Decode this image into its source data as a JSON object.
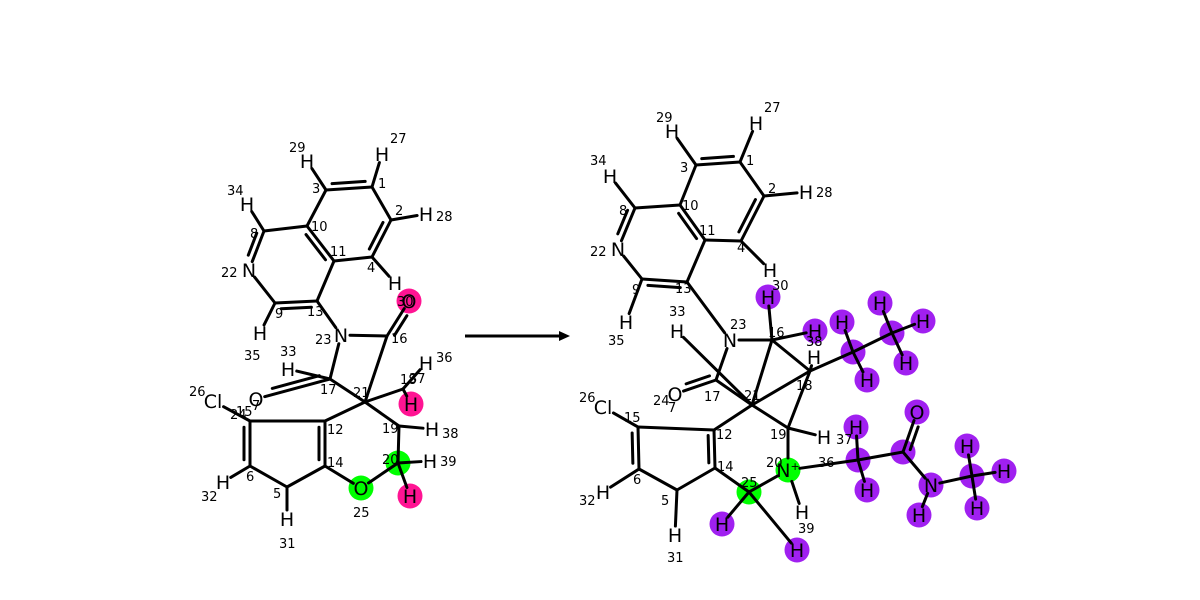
{
  "colors": {
    "magenta": "#ff1493",
    "green": "#00ff00",
    "purple": "#a020f0",
    "bond": "#000000"
  },
  "reactant": {
    "atoms": [
      {
        "id": "r1",
        "sym": "",
        "num": "1",
        "hl": ""
      },
      {
        "id": "r2",
        "sym": "",
        "num": "2",
        "hl": ""
      },
      {
        "id": "r3",
        "sym": "",
        "num": "3",
        "hl": ""
      },
      {
        "id": "r4",
        "sym": "",
        "num": "4",
        "hl": ""
      },
      {
        "id": "r5",
        "sym": "",
        "num": "5",
        "hl": ""
      },
      {
        "id": "r6",
        "sym": "",
        "num": "6",
        "hl": ""
      },
      {
        "id": "r8",
        "sym": "",
        "num": "8",
        "hl": ""
      },
      {
        "id": "r9",
        "sym": "",
        "num": "9",
        "hl": ""
      },
      {
        "id": "r10",
        "sym": "",
        "num": "10",
        "hl": ""
      },
      {
        "id": "r11",
        "sym": "",
        "num": "11",
        "hl": ""
      },
      {
        "id": "r12",
        "sym": "",
        "num": "12",
        "hl": ""
      },
      {
        "id": "r13",
        "sym": "",
        "num": "13",
        "hl": ""
      },
      {
        "id": "r14",
        "sym": "",
        "num": "14",
        "hl": ""
      },
      {
        "id": "r15",
        "sym": "",
        "num": "15",
        "hl": ""
      },
      {
        "id": "r16",
        "sym": "",
        "num": "16",
        "hl": ""
      },
      {
        "id": "r17",
        "sym": "",
        "num": "17",
        "hl": ""
      },
      {
        "id": "r18",
        "sym": "",
        "num": "18",
        "hl": ""
      },
      {
        "id": "r19",
        "sym": "",
        "num": "19",
        "hl": ""
      },
      {
        "id": "r20",
        "sym": "",
        "num": "20",
        "hl": "green"
      },
      {
        "id": "r21",
        "sym": "",
        "num": "21",
        "hl": ""
      },
      {
        "id": "r22",
        "sym": "N",
        "num": "22",
        "hl": ""
      },
      {
        "id": "r23",
        "sym": "N",
        "num": "23",
        "hl": ""
      },
      {
        "id": "r24",
        "sym": "",
        "num": "24",
        "hl": ""
      },
      {
        "id": "r25",
        "sym": "O",
        "num": "25",
        "hl": "green"
      },
      {
        "id": "r26",
        "sym": "Cl",
        "num": "26",
        "hl": ""
      },
      {
        "id": "r7",
        "sym": "O",
        "num": "7",
        "hl": ""
      },
      {
        "id": "r30",
        "sym": "O",
        "num": "30",
        "hl": "magenta"
      },
      {
        "id": "r27",
        "sym": "H",
        "num": "27",
        "hl": ""
      },
      {
        "id": "r28",
        "sym": "H",
        "num": "28",
        "hl": ""
      },
      {
        "id": "r29",
        "sym": "H",
        "num": "29",
        "hl": ""
      },
      {
        "id": "r4h",
        "sym": "H",
        "num": "",
        "hl": ""
      },
      {
        "id": "r31",
        "sym": "H",
        "num": "31",
        "hl": ""
      },
      {
        "id": "r32",
        "sym": "H",
        "num": "32",
        "hl": ""
      },
      {
        "id": "r33",
        "sym": "H",
        "num": "33",
        "hl": ""
      },
      {
        "id": "r34",
        "sym": "H",
        "num": "34",
        "hl": ""
      },
      {
        "id": "r35",
        "sym": "H",
        "num": "35",
        "hl": ""
      },
      {
        "id": "r36",
        "sym": "H",
        "num": "36",
        "hl": ""
      },
      {
        "id": "r37",
        "sym": "H",
        "num": "37",
        "hl": "magenta"
      },
      {
        "id": "r38",
        "sym": "H",
        "num": "38",
        "hl": ""
      },
      {
        "id": "r39",
        "sym": "H",
        "num": "39",
        "hl": ""
      },
      {
        "id": "r40",
        "sym": "H",
        "num": "",
        "hl": "magenta"
      }
    ]
  },
  "product": {
    "atoms": [
      {
        "id": "p1",
        "sym": "",
        "num": "1",
        "hl": ""
      },
      {
        "id": "p2",
        "sym": "",
        "num": "2",
        "hl": ""
      },
      {
        "id": "p3",
        "sym": "",
        "num": "3",
        "hl": ""
      },
      {
        "id": "p4",
        "sym": "",
        "num": "4",
        "hl": ""
      },
      {
        "id": "p5",
        "sym": "",
        "num": "5",
        "hl": ""
      },
      {
        "id": "p6",
        "sym": "",
        "num": "6",
        "hl": ""
      },
      {
        "id": "p8",
        "sym": "",
        "num": "8",
        "hl": ""
      },
      {
        "id": "p9",
        "sym": "",
        "num": "9",
        "hl": ""
      },
      {
        "id": "p10",
        "sym": "",
        "num": "10",
        "hl": ""
      },
      {
        "id": "p11",
        "sym": "",
        "num": "11",
        "hl": ""
      },
      {
        "id": "p12",
        "sym": "",
        "num": "12",
        "hl": ""
      },
      {
        "id": "p13",
        "sym": "",
        "num": "13",
        "hl": ""
      },
      {
        "id": "p14",
        "sym": "",
        "num": "14",
        "hl": ""
      },
      {
        "id": "p15",
        "sym": "",
        "num": "15",
        "hl": ""
      },
      {
        "id": "p16",
        "sym": "",
        "num": "16",
        "hl": ""
      },
      {
        "id": "p17",
        "sym": "",
        "num": "17",
        "hl": ""
      },
      {
        "id": "p18",
        "sym": "",
        "num": "18",
        "hl": ""
      },
      {
        "id": "p19",
        "sym": "",
        "num": "19",
        "hl": ""
      },
      {
        "id": "p21",
        "sym": "",
        "num": "21",
        "hl": ""
      },
      {
        "id": "p22",
        "sym": "N",
        "num": "22",
        "hl": ""
      },
      {
        "id": "p23",
        "sym": "N",
        "num": "23",
        "hl": ""
      },
      {
        "id": "p24",
        "sym": "O",
        "num": "24",
        "hl": ""
      },
      {
        "id": "p7",
        "sym": "",
        "num": "7",
        "hl": ""
      },
      {
        "id": "p25",
        "sym": "",
        "num": "25",
        "hl": "green"
      },
      {
        "id": "p20",
        "sym": "N+",
        "num": "20",
        "hl": "green"
      },
      {
        "id": "p26",
        "sym": "Cl",
        "num": "26",
        "hl": ""
      },
      {
        "id": "p27",
        "sym": "H",
        "num": "27",
        "hl": ""
      },
      {
        "id": "p28",
        "sym": "H",
        "num": "28",
        "hl": ""
      },
      {
        "id": "p29",
        "sym": "H",
        "num": "29",
        "hl": ""
      },
      {
        "id": "p4h",
        "sym": "H",
        "num": "",
        "hl": ""
      },
      {
        "id": "p30",
        "sym": "H",
        "num": "30",
        "hl": "purple"
      },
      {
        "id": "p31",
        "sym": "H",
        "num": "31",
        "hl": ""
      },
      {
        "id": "p32",
        "sym": "H",
        "num": "32",
        "hl": ""
      },
      {
        "id": "p33",
        "sym": "H",
        "num": "33",
        "hl": ""
      },
      {
        "id": "p34",
        "sym": "H",
        "num": "34",
        "hl": ""
      },
      {
        "id": "p35",
        "sym": "H",
        "num": "35",
        "hl": ""
      },
      {
        "id": "p16h",
        "sym": "H",
        "num": "",
        "hl": "purple"
      },
      {
        "id": "p18h",
        "sym": "H",
        "num": "38",
        "hl": ""
      },
      {
        "id": "p19h",
        "sym": "H",
        "num": "",
        "hl": ""
      },
      {
        "id": "p20h",
        "sym": "H",
        "num": "39",
        "hl": ""
      },
      {
        "id": "p25h1",
        "sym": "H",
        "num": "",
        "hl": "purple"
      },
      {
        "id": "p25h2",
        "sym": "H",
        "num": "",
        "hl": "purple"
      },
      {
        "id": "pM1",
        "sym": "",
        "num": "",
        "hl": "purple"
      },
      {
        "id": "pM1a",
        "sym": "H",
        "num": "",
        "hl": "purple"
      },
      {
        "id": "pM1b",
        "sym": "H",
        "num": "",
        "hl": "purple"
      },
      {
        "id": "pM2",
        "sym": "",
        "num": "",
        "hl": "purple"
      },
      {
        "id": "pM2a",
        "sym": "H",
        "num": "",
        "hl": "purple"
      },
      {
        "id": "pM2b",
        "sym": "H",
        "num": "",
        "hl": "purple"
      },
      {
        "id": "pM2c",
        "sym": "H",
        "num": "",
        "hl": "purple"
      },
      {
        "id": "pC36",
        "sym": "",
        "num": "36",
        "hl": "purple"
      },
      {
        "id": "pC36a",
        "sym": "H",
        "num": "37",
        "hl": "purple"
      },
      {
        "id": "pC36b",
        "sym": "H",
        "num": "",
        "hl": "purple"
      },
      {
        "id": "pCa",
        "sym": "",
        "num": "",
        "hl": "purple"
      },
      {
        "id": "pOa",
        "sym": "O",
        "num": "",
        "hl": "purple"
      },
      {
        "id": "pNa",
        "sym": "N",
        "num": "",
        "hl": "purple"
      },
      {
        "id": "pNaH",
        "sym": "H",
        "num": "",
        "hl": "purple"
      },
      {
        "id": "pMe",
        "sym": "",
        "num": "",
        "hl": "purple"
      },
      {
        "id": "pMea",
        "sym": "H",
        "num": "",
        "hl": "purple"
      },
      {
        "id": "pMeb",
        "sym": "H",
        "num": "",
        "hl": "purple"
      },
      {
        "id": "pMec",
        "sym": "H",
        "num": "",
        "hl": "purple"
      }
    ]
  }
}
